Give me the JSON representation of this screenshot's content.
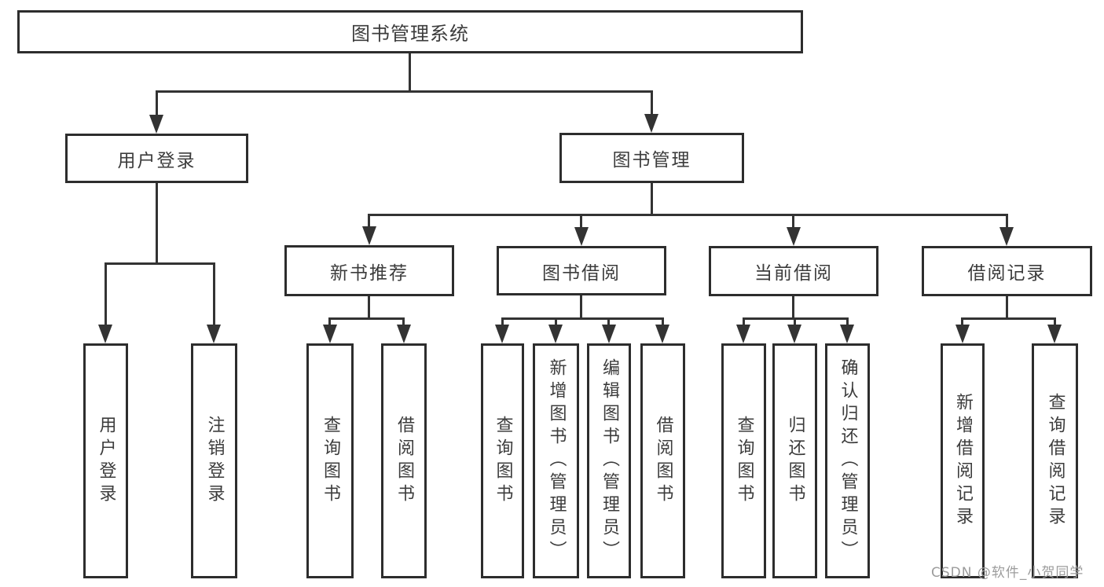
{
  "tree": {
    "root": {
      "label": "图书管理系统"
    },
    "branches": [
      {
        "label": "用户登录",
        "children": [
          {
            "label": "用户登录"
          },
          {
            "label": "注销登录"
          }
        ]
      },
      {
        "label": "图书管理",
        "children": [
          {
            "label": "新书推荐",
            "children": [
              {
                "label": "查询图书"
              },
              {
                "label": "借阅图书"
              }
            ]
          },
          {
            "label": "图书借阅",
            "children": [
              {
                "label": "查询图书"
              },
              {
                "label": "新增图书（管理员）"
              },
              {
                "label": "编辑图书（管理员）"
              },
              {
                "label": "借阅图书"
              }
            ]
          },
          {
            "label": "当前借阅",
            "children": [
              {
                "label": "查询图书"
              },
              {
                "label": "归还图书"
              },
              {
                "label": "确认归还（管理员）"
              }
            ]
          },
          {
            "label": "借阅记录",
            "children": [
              {
                "label": "新增借阅记录"
              },
              {
                "label": "查询借阅记录"
              }
            ]
          }
        ]
      }
    ]
  },
  "watermark": {
    "text": "CSDN @软件_小贺同学"
  },
  "colors": {
    "line": "#333333",
    "box_border": "#2d2d2d",
    "text": "#3c3c3c",
    "watermark": "#9c9c9c",
    "background": "#ffffff"
  }
}
